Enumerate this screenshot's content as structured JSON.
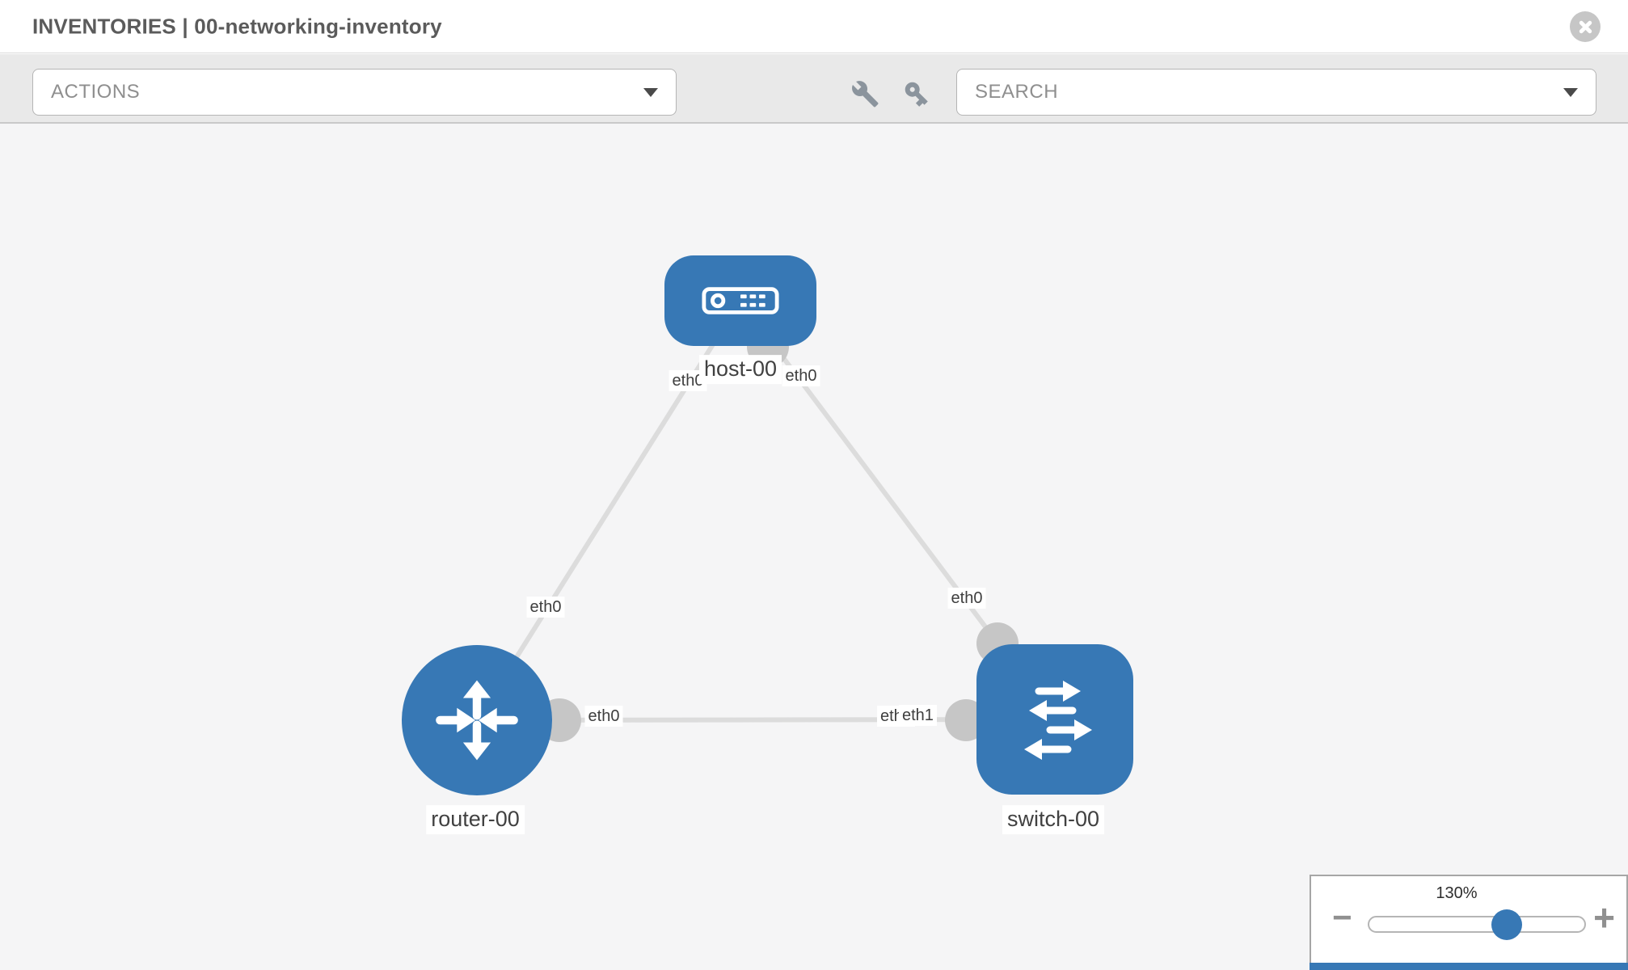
{
  "header": {
    "title": "INVENTORIES | 00-networking-inventory"
  },
  "toolbar": {
    "actions_label": "ACTIONS",
    "search_placeholder": "SEARCH"
  },
  "icons": {
    "close": "circle-x-icon",
    "wrench": "wrench-icon",
    "key": "key-icon",
    "dropdown_caret": "caret-down-icon",
    "host_node": "host-device-icon",
    "router_node": "router-arrows-icon",
    "switch_node": "switch-arrows-icon"
  },
  "diagram": {
    "type": "network-topology",
    "nodes": [
      {
        "id": "host-00",
        "kind": "host",
        "label": "host-00"
      },
      {
        "id": "router-00",
        "kind": "router",
        "label": "router-00"
      },
      {
        "id": "switch-00",
        "kind": "switch",
        "label": "switch-00"
      }
    ],
    "links": [
      {
        "from": "router-00",
        "from_interface": "eth0",
        "to": "host-00",
        "to_interface": "eth0"
      },
      {
        "from": "host-00",
        "from_interface": "eth0",
        "to": "switch-00",
        "to_interface": "eth0"
      },
      {
        "from": "router-00",
        "from_interface": "eth0",
        "to": "switch-00",
        "to_interface": "eth1"
      }
    ],
    "labels": {
      "host": "host-00",
      "router": "router-00",
      "switch": "switch-00",
      "host_if_left": "eth0",
      "host_if_right": "eth0",
      "router_host_if": "eth0",
      "switch_host_if": "eth0",
      "router_switch_if": "eth0",
      "switch_router_if_hidden": "eth0",
      "switch_router_if": "eth1"
    }
  },
  "zoom_control": {
    "level": "130%",
    "minus_label": "−",
    "plus_label": "+"
  },
  "colors": {
    "node_blue": "#3778b5",
    "edge_gray": "#dcdcdc",
    "port_gray": "#c6c6c6",
    "canvas_bg": "#f5f5f6",
    "toolbar_bg": "#e9e9e9",
    "label_text": "#3e3e3e"
  }
}
